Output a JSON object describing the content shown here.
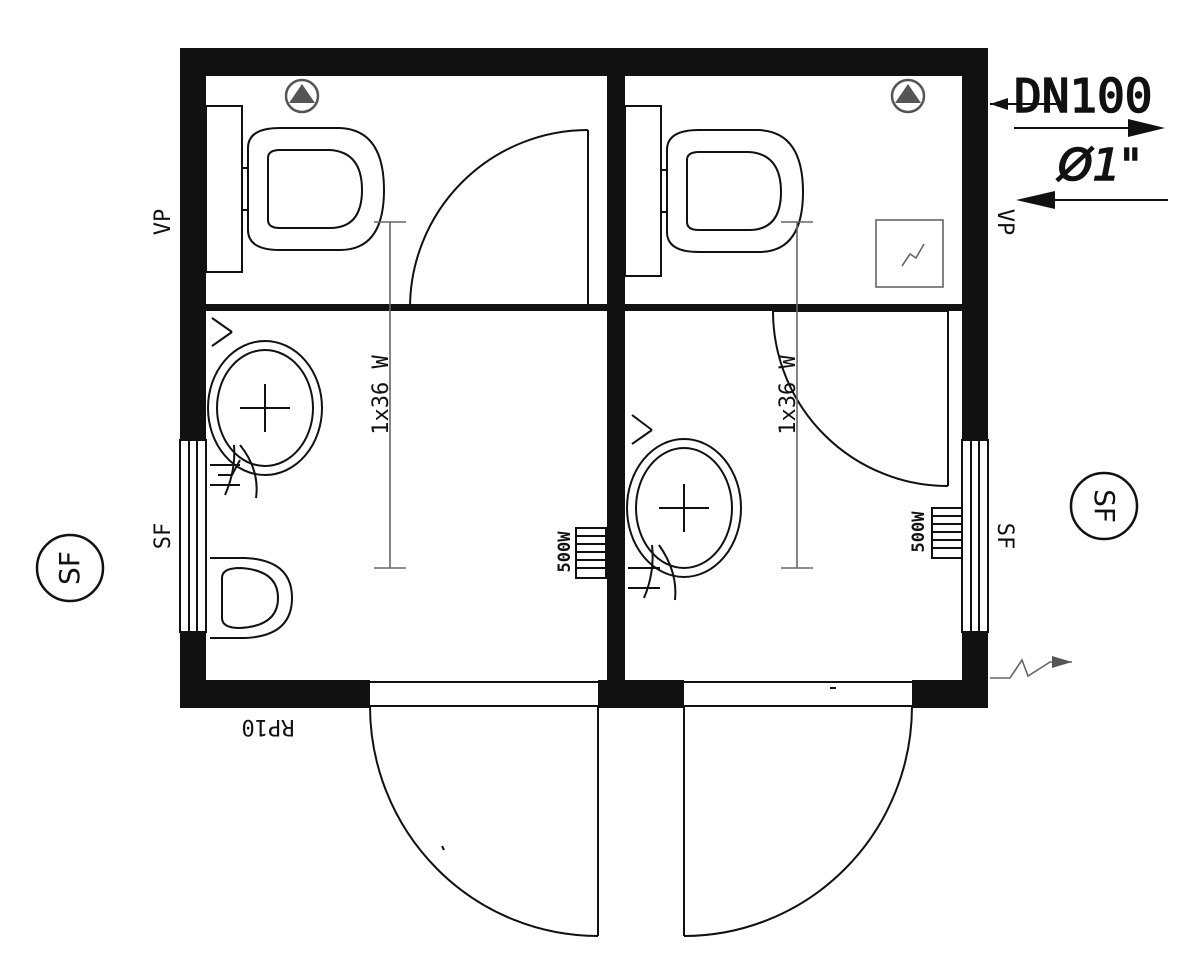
{
  "labels": {
    "vp_left": "VP",
    "vp_right": "VP",
    "sf_left_wall": "SF",
    "sf_right_wall": "SF",
    "sf_left_circle": "SF",
    "sf_right_circle": "SF",
    "light_left": "1x36 W",
    "light_right": "1x36 W",
    "heater_left": "500W",
    "heater_right": "500W",
    "pipe_drain": "DN100",
    "pipe_water": "Ø1\"",
    "panel": "RP10"
  },
  "colors": {
    "line": "#111111",
    "wall": "#111111",
    "fixture_symbol": "#555555",
    "background": "#ffffff"
  }
}
